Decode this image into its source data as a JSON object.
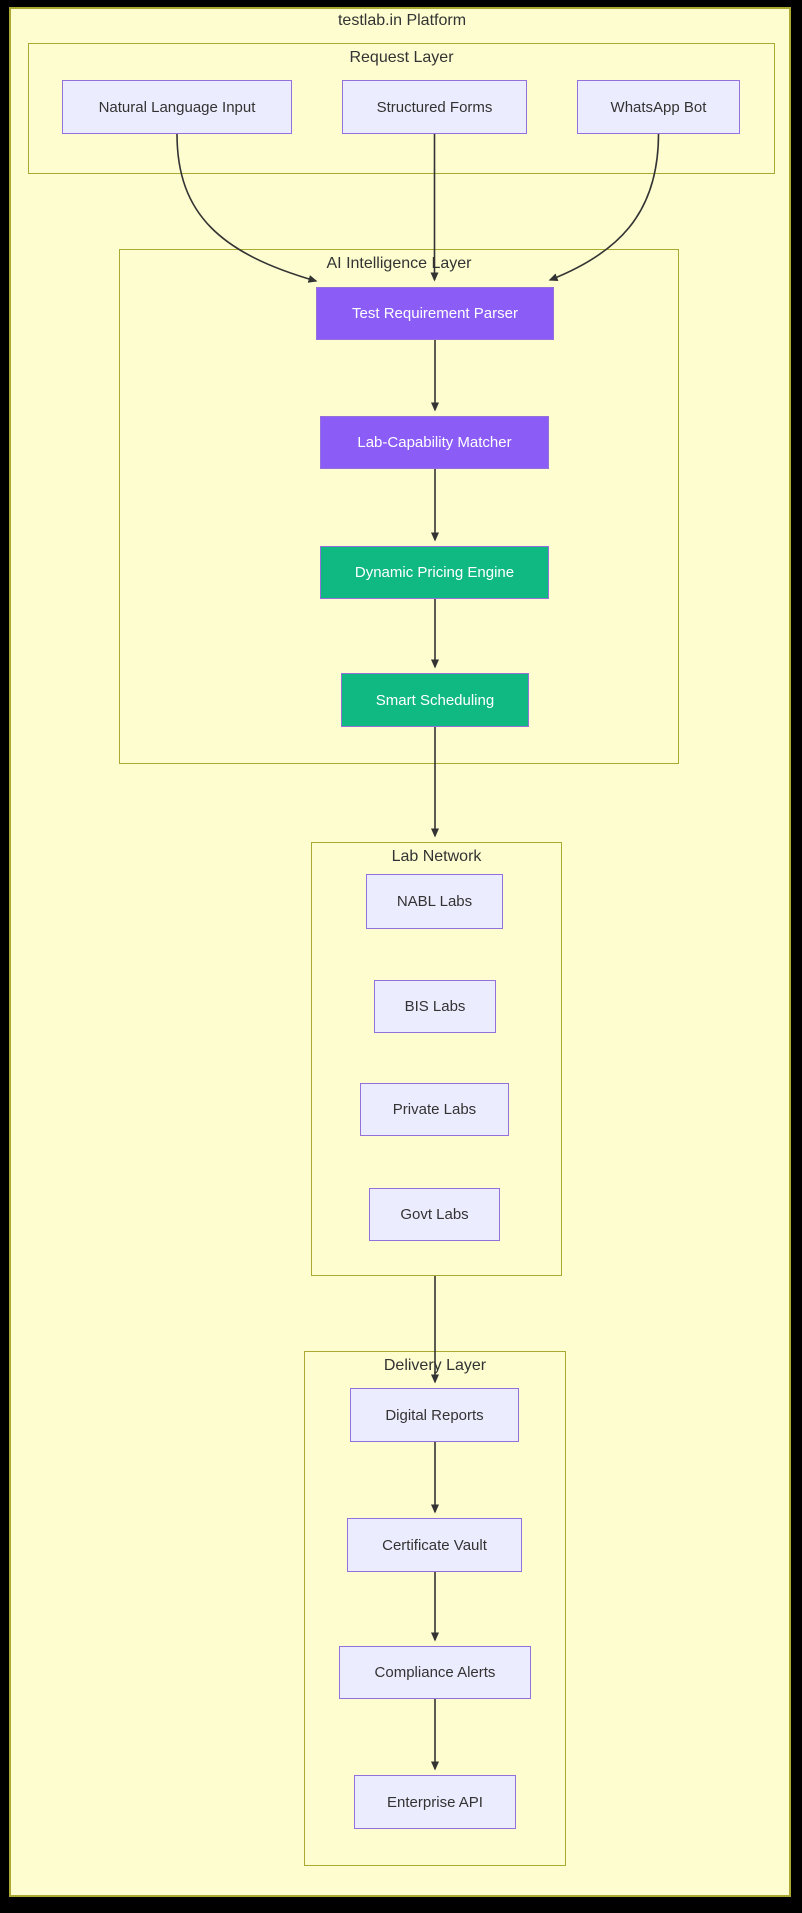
{
  "title": "testlab.in Platform",
  "clusters": {
    "request": {
      "label": "Request Layer",
      "nodes": [
        {
          "label": "Natural Language Input"
        },
        {
          "label": "Structured Forms"
        },
        {
          "label": "WhatsApp Bot"
        }
      ]
    },
    "ai": {
      "label": "AI Intelligence Layer",
      "nodes": [
        {
          "label": "Test Requirement Parser",
          "color": "#8b5cf6"
        },
        {
          "label": "Lab-Capability Matcher",
          "color": "#8b5cf6"
        },
        {
          "label": "Dynamic Pricing Engine",
          "color": "#10b981"
        },
        {
          "label": "Smart Scheduling",
          "color": "#10b981"
        }
      ]
    },
    "lab": {
      "label": "Lab Network",
      "nodes": [
        {
          "label": "NABL Labs"
        },
        {
          "label": "BIS Labs"
        },
        {
          "label": "Private Labs"
        },
        {
          "label": "Govt Labs"
        }
      ]
    },
    "delivery": {
      "label": "Delivery Layer",
      "nodes": [
        {
          "label": "Digital Reports"
        },
        {
          "label": "Certificate Vault"
        },
        {
          "label": "Compliance Alerts"
        },
        {
          "label": "Enterprise API"
        }
      ]
    }
  },
  "colors": {
    "page": "#000000",
    "canvas": "#fdfdd0",
    "cluster_border": "#aaaa33",
    "node_fill": "#ececff",
    "node_border": "#9370db",
    "ai_purple": "#8b5cf6",
    "ai_green": "#10b981",
    "edge": "#333333",
    "text": "#333333",
    "text_on_color": "#ffffff"
  }
}
